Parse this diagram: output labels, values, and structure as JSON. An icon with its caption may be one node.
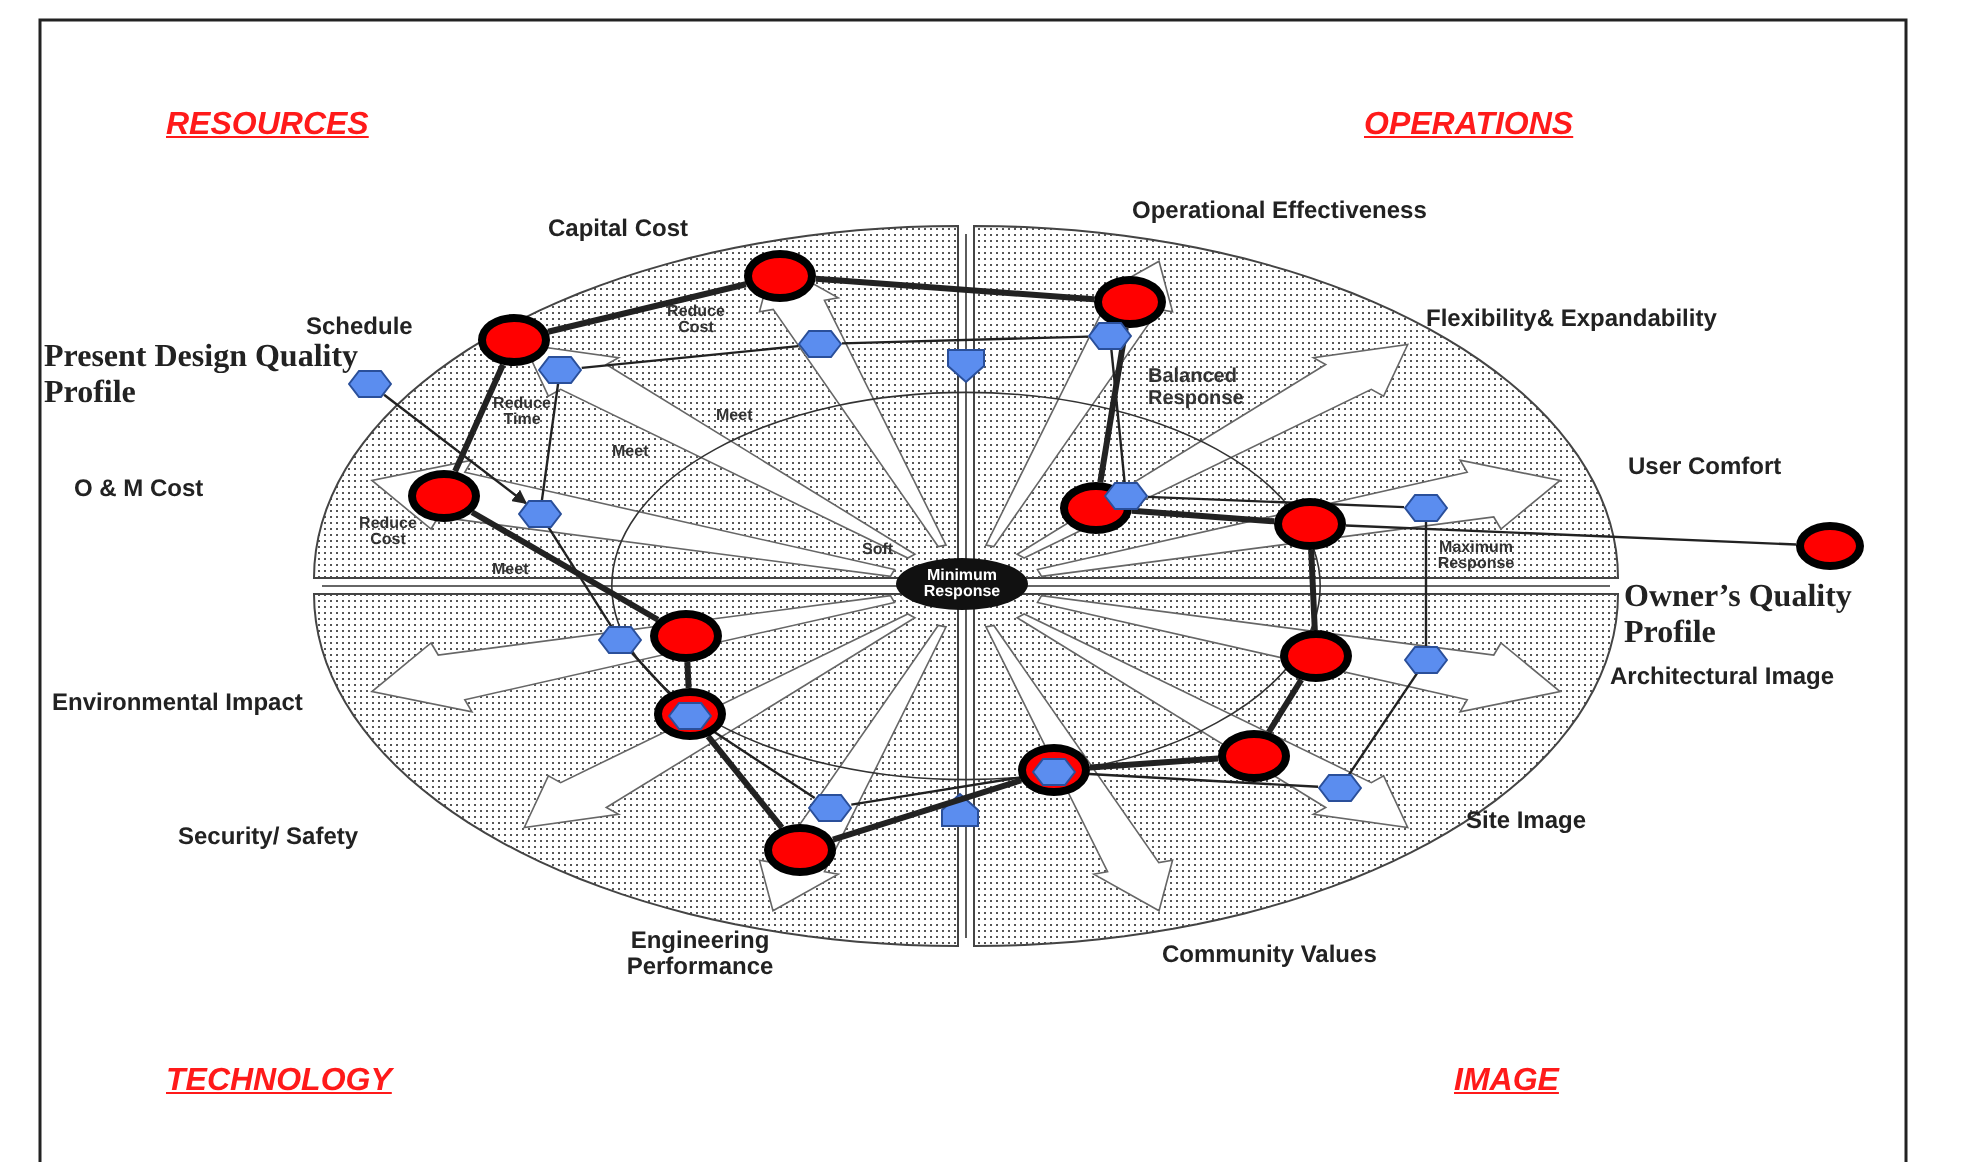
{
  "diagram": {
    "nodes": [
      {
        "text": [],
        "shape": "hexagon",
        "beside": [
          "Present Design Quality Profile"
        ]
      },
      {
        "text": [
          "Minimum Response"
        ]
      },
      {
        "text": [],
        "shape": "circle",
        "beside": [
          "Owner’s Quality Profile"
        ]
      },
      {
        "text": [],
        "shape": "circle"
      },
      {
        "text": [],
        "shape": "circle"
      },
      {
        "text": [],
        "shape": "circle"
      },
      {
        "text": [],
        "shape": "circle"
      },
      {
        "text": [],
        "shape": "circle"
      },
      {
        "text": [],
        "shape": "circle"
      },
      {
        "text": [],
        "shape": "circle"
      },
      {
        "text": [],
        "shape": "circle"
      },
      {
        "text": [],
        "shape": "circle"
      },
      {
        "text": [],
        "shape": "circle"
      },
      {
        "text": [],
        "shape": "circle"
      },
      {
        "text": [],
        "shape": "circle"
      },
      {
        "text": [],
        "shape": "hexagon"
      },
      {
        "text": [],
        "shape": "hexagon"
      },
      {
        "text": [],
        "shape": "hexagon"
      },
      {
        "text": [],
        "shape": "hexagon"
      },
      {
        "text": [],
        "shape": "hexagon"
      },
      {
        "text": [],
        "shape": "hexagon"
      },
      {
        "text": [],
        "shape": "hexagon"
      },
      {
        "text": [],
        "shape": "hexagon"
      },
      {
        "text": [],
        "shape": "hexagon",
        "in": 11
      },
      {
        "text": [],
        "shape": "hexagon"
      },
      {
        "text": [],
        "shape": "hexagon",
        "in": 13
      },
      {
        "text": [],
        "shape": "hexagon"
      }
    ],
    "edges": [
      {
        "from": 0,
        "to": 17,
        "arrow": "to"
      },
      {
        "from": 2,
        "to": 8,
        "arrow": "none"
      },
      {
        "from": 3,
        "to": 4,
        "arrow": "none",
        "style": "thick"
      },
      {
        "from": 4,
        "to": 5,
        "arrow": "none",
        "style": "thick"
      },
      {
        "from": 5,
        "to": 14,
        "arrow": "none",
        "style": "thick"
      },
      {
        "from": 14,
        "to": 13,
        "arrow": "none",
        "style": "thick"
      },
      {
        "from": 13,
        "to": 12,
        "arrow": "none",
        "style": "thick"
      },
      {
        "from": 12,
        "to": 11,
        "arrow": "none",
        "style": "thick"
      },
      {
        "from": 11,
        "to": 10,
        "arrow": "none",
        "style": "thick"
      },
      {
        "from": 10,
        "to": 9,
        "arrow": "none",
        "style": "thick"
      },
      {
        "from": 9,
        "to": 8,
        "arrow": "none",
        "style": "thick"
      },
      {
        "from": 8,
        "to": 7,
        "arrow": "none",
        "style": "thick"
      },
      {
        "from": 7,
        "to": 6,
        "arrow": "none",
        "style": "thick"
      },
      {
        "from": 6,
        "to": 3,
        "arrow": "none",
        "style": "thick"
      },
      {
        "from": 15,
        "to": 16,
        "arrow": "none"
      },
      {
        "from": 16,
        "to": 17,
        "arrow": "none"
      },
      {
        "from": 17,
        "to": 26,
        "arrow": "none"
      },
      {
        "from": 26,
        "to": 25,
        "arrow": "none"
      },
      {
        "from": 25,
        "to": 24,
        "arrow": "none"
      },
      {
        "from": 24,
        "to": 23,
        "arrow": "none"
      },
      {
        "from": 23,
        "to": 22,
        "arrow": "none"
      },
      {
        "from": 22,
        "to": 21,
        "arrow": "none"
      },
      {
        "from": 21,
        "to": 20,
        "arrow": "none"
      },
      {
        "from": 20,
        "to": 19,
        "arrow": "none"
      },
      {
        "from": 19,
        "to": 18,
        "arrow": "none"
      },
      {
        "from": 18,
        "to": 15,
        "arrow": "none"
      }
    ],
    "labels": [
      "RESOURCES",
      "OPERATIONS",
      "Capital Cost",
      "Operational Effectiveness",
      "Schedule",
      "Reduce Cost",
      "Flexibility& Expandability",
      "Balanced Response",
      "Reduce Time",
      "Meet",
      "Meet",
      "O & M Cost",
      "User Comfort",
      "Reduce Cost",
      "Soft",
      "Maximum Response",
      "Meet",
      "Architectural Image",
      "Environmental Impact",
      "Site Image",
      "Security/ Safety",
      "Engineering Performance",
      "Community Values",
      "TECHNOLOGY",
      "IMAGE"
    ]
  }
}
